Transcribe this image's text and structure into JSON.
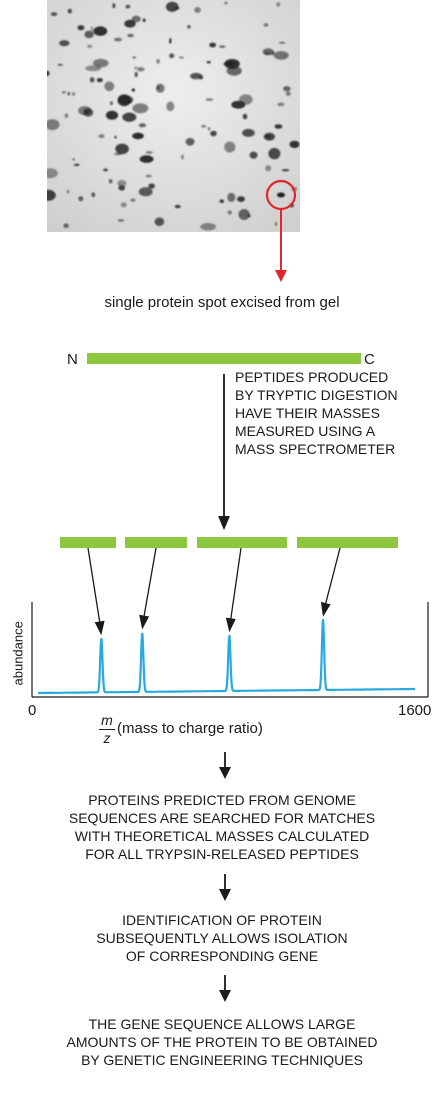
{
  "gel_caption": "single protein spot excised from gel",
  "protein_bar": {
    "n_label": "N",
    "c_label": "C"
  },
  "digestion_note": "PEPTIDES PRODUCED\nBY TRYPTIC DIGESTION\nHAVE THEIR MASSES\nMEASURED USING A\nMASS SPECTROMETER",
  "chart_data": {
    "type": "line",
    "ylabel": "abundance",
    "xlabel_fraction_top": "m",
    "xlabel_fraction_bottom": "z",
    "xlabel_text": "(mass to charge ratio)",
    "xlim": [
      0,
      1600
    ],
    "x_tick_labels": [
      "0",
      "1600"
    ],
    "peaks": [
      {
        "x": 240,
        "relative_height": 0.6
      },
      {
        "x": 395,
        "relative_height": 0.66
      },
      {
        "x": 725,
        "relative_height": 0.62
      },
      {
        "x": 1080,
        "relative_height": 0.78
      }
    ]
  },
  "steps": [
    "PROTEINS PREDICTED FROM GENOME\nSEQUENCES ARE SEARCHED FOR MATCHES\nWITH THEORETICAL MASSES CALCULATED\nFOR ALL TRYPSIN-RELEASED PEPTIDES",
    "IDENTIFICATION OF PROTEIN\nSUBSEQUENTLY ALLOWS ISOLATION\nOF CORRESPONDING GENE",
    "THE GENE SEQUENCE ALLOWS LARGE\nAMOUNTS OF THE PROTEIN TO BE OBTAINED\nBY GENETIC ENGINEERING TECHNIQUES"
  ],
  "colors": {
    "peptide": "#8dc63f",
    "trace": "#29a9e0",
    "highlight": "#e0262c"
  }
}
